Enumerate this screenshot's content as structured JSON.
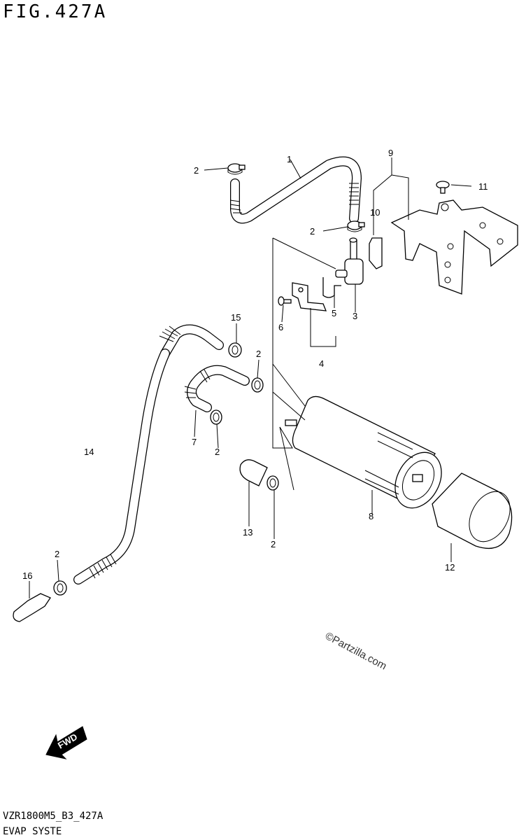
{
  "figure": {
    "title": "FIG.427A",
    "footer_code": "VZR1800M5_B3_427A",
    "footer_name": "EVAP SYSTE",
    "watermark": "©Partzilla.com",
    "fwd_label": "FWD"
  },
  "callouts": {
    "c1": "1",
    "c2a": "2",
    "c2b": "2",
    "c2c": "2",
    "c2d": "2",
    "c2e": "2",
    "c2f": "2",
    "c3": "3",
    "c4": "4",
    "c5": "5",
    "c6": "6",
    "c7": "7",
    "c8": "8",
    "c9": "9",
    "c10": "10",
    "c11": "11",
    "c12": "12",
    "c13": "13",
    "c14": "14",
    "c15": "15",
    "c16": "16"
  }
}
